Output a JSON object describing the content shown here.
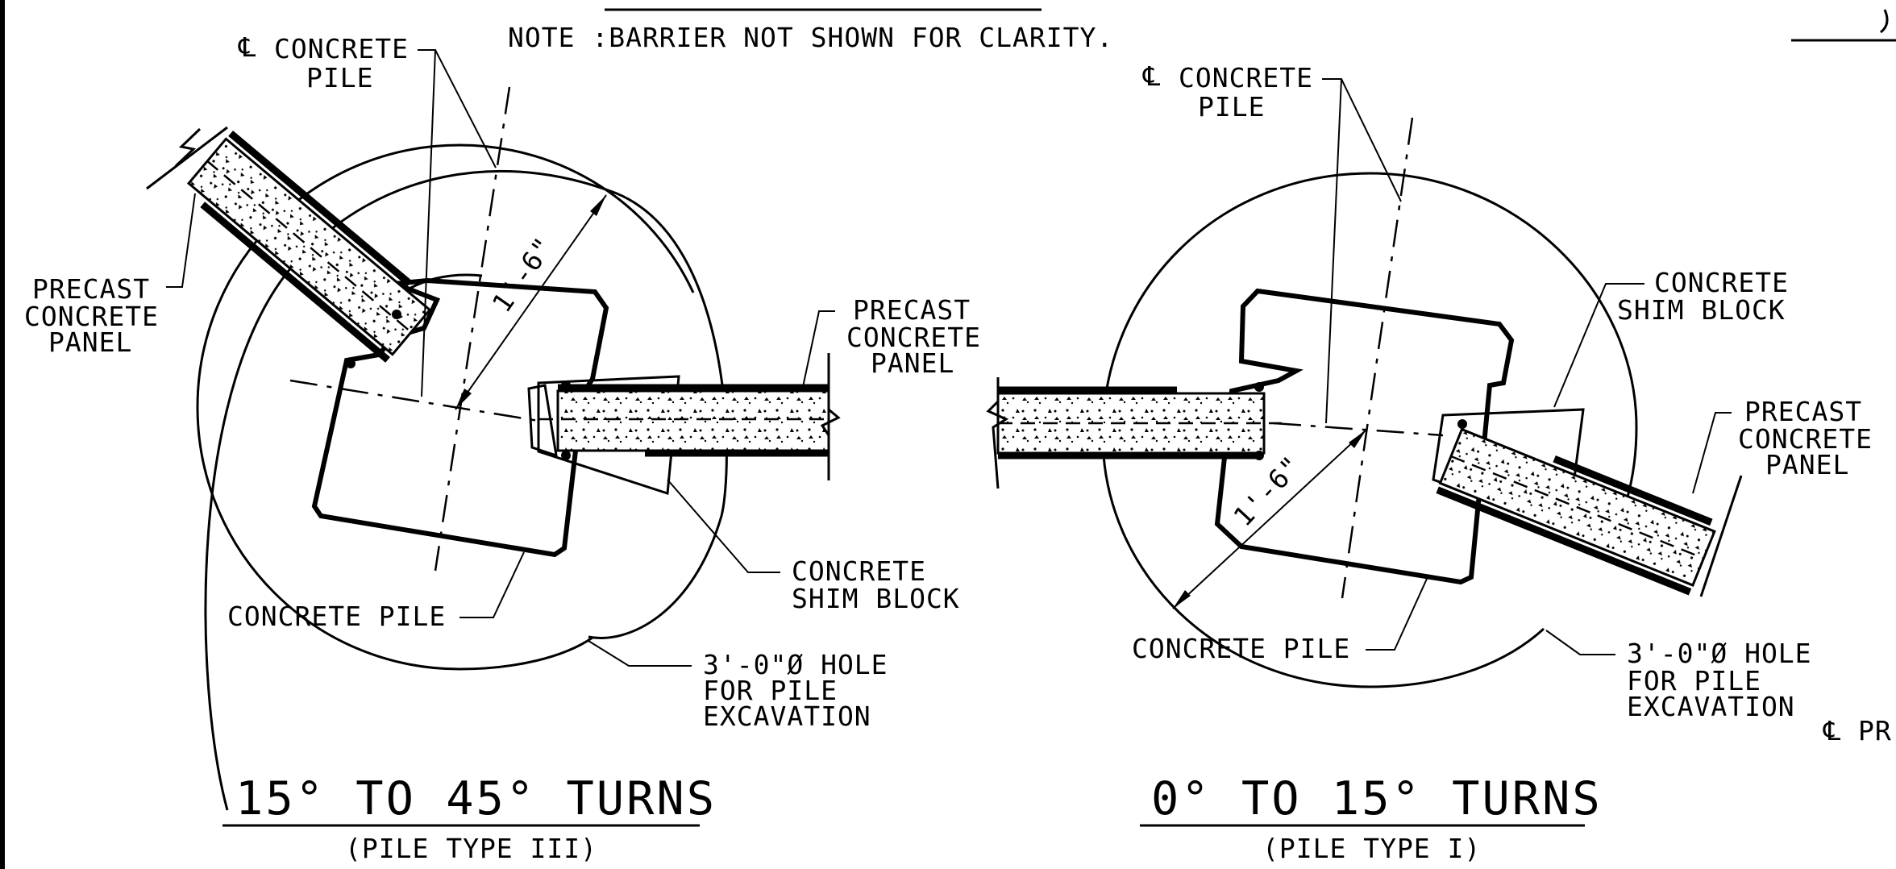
{
  "note": "NOTE :BARRIER NOT SHOWN FOR CLARITY.",
  "left_detail": {
    "cl_label_line1": "CONCRETE",
    "cl_label_line2": "PILE",
    "precast_label": [
      "PRECAST",
      "CONCRETE",
      "PANEL"
    ],
    "dimension": "1'-6\"",
    "precast_right_label": [
      "PRECAST",
      "CONCRETE",
      "PANEL"
    ],
    "concrete_pile_label": "CONCRETE PILE",
    "shim_label": [
      "CONCRETE",
      "SHIM BLOCK"
    ],
    "hole_label": [
      "3'-0\"Ø HOLE",
      "FOR PILE",
      "EXCAVATION"
    ],
    "title": "15° TO 45° TURNS",
    "subtitle": "(PILE TYPE III)"
  },
  "right_detail": {
    "cl_label_line1": "CONCRETE",
    "cl_label_line2": "PILE",
    "shim_label": [
      "CONCRETE",
      "SHIM BLOCK"
    ],
    "precast_label": [
      "PRECAST",
      "CONCRETE",
      "PANEL"
    ],
    "dimension": "1'-6\"",
    "concrete_pile_label": "CONCRETE PILE",
    "hole_label": [
      "3'-0\"Ø HOLE",
      "FOR PILE",
      "EXCAVATION"
    ],
    "title": "0° TO 15° TURNS",
    "subtitle": "(PILE TYPE I)"
  },
  "edge_label": "PR",
  "centerline_symbol": "℄"
}
